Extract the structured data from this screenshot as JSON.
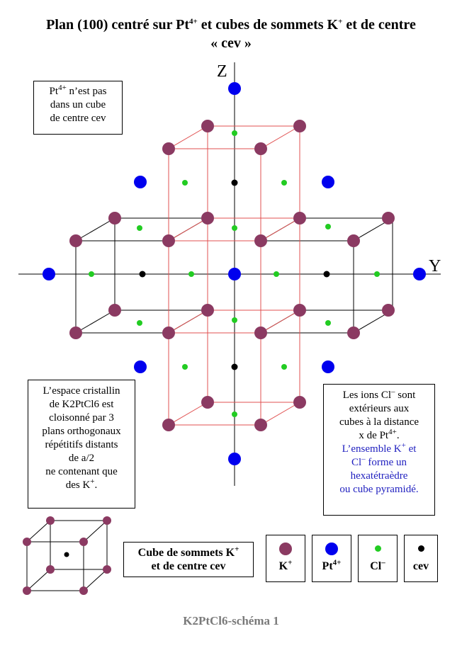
{
  "title": {
    "line1_a": "Plan (100) centré sur Pt",
    "line1_sup1": "4+",
    "line1_b": " et cubes de sommets K",
    "line1_sup2": "+",
    "line1_c": " et de centre",
    "line2": "« cev »"
  },
  "axes": {
    "z_label": "Z",
    "y_label": "Y"
  },
  "notes": {
    "pt": {
      "a": "Pt",
      "sup": "4+",
      "b": " n’est pas",
      "line2": "dans un cube",
      "line3": "de centre cev"
    },
    "space": {
      "line1": "L’espace cristallin",
      "line2": "de K2PtCl6 est",
      "line3": "cloisonné par 3",
      "line4": "plans orthogonaux",
      "line5": "répétitifs distants",
      "line6": "de a/2",
      "line7": "ne contenant que",
      "line8_a": "des K",
      "line8_sup": "+",
      "line8_b": "."
    },
    "cl": {
      "line1_a": "Les ions Cl",
      "line1_sup": "–",
      "line1_b": " sont",
      "line2": "extérieurs aux",
      "line3": "cubes à la distance",
      "line4_a": "x de Pt",
      "line4_sup": "4+",
      "line4_b": ".",
      "line5_a": "L’ensemble K",
      "line5_sup": "+",
      "line5_b": " et",
      "line6_a": "Cl",
      "line6_sup": "–",
      "line6_b": " forme un",
      "line7": "hexatétraèdre",
      "line8": "ou cube pyramidé."
    }
  },
  "cube_caption": {
    "line1_a": "Cube de sommets K",
    "line1_sup": "+",
    "line2": "et de centre cev"
  },
  "legend": {
    "k": {
      "label": "K",
      "sup": "+",
      "color": "#8b3a62"
    },
    "pt": {
      "label": "Pt",
      "sup": "4+",
      "color": "#0000ee"
    },
    "cl": {
      "label": "Cl",
      "sup": "–",
      "color": "#22cc22"
    },
    "cev": {
      "label": "cev",
      "color": "#000000"
    }
  },
  "colors": {
    "red_edges": "#e05050",
    "black_edges": "#000000"
  },
  "footer": "K2PtCl6-schéma 1"
}
